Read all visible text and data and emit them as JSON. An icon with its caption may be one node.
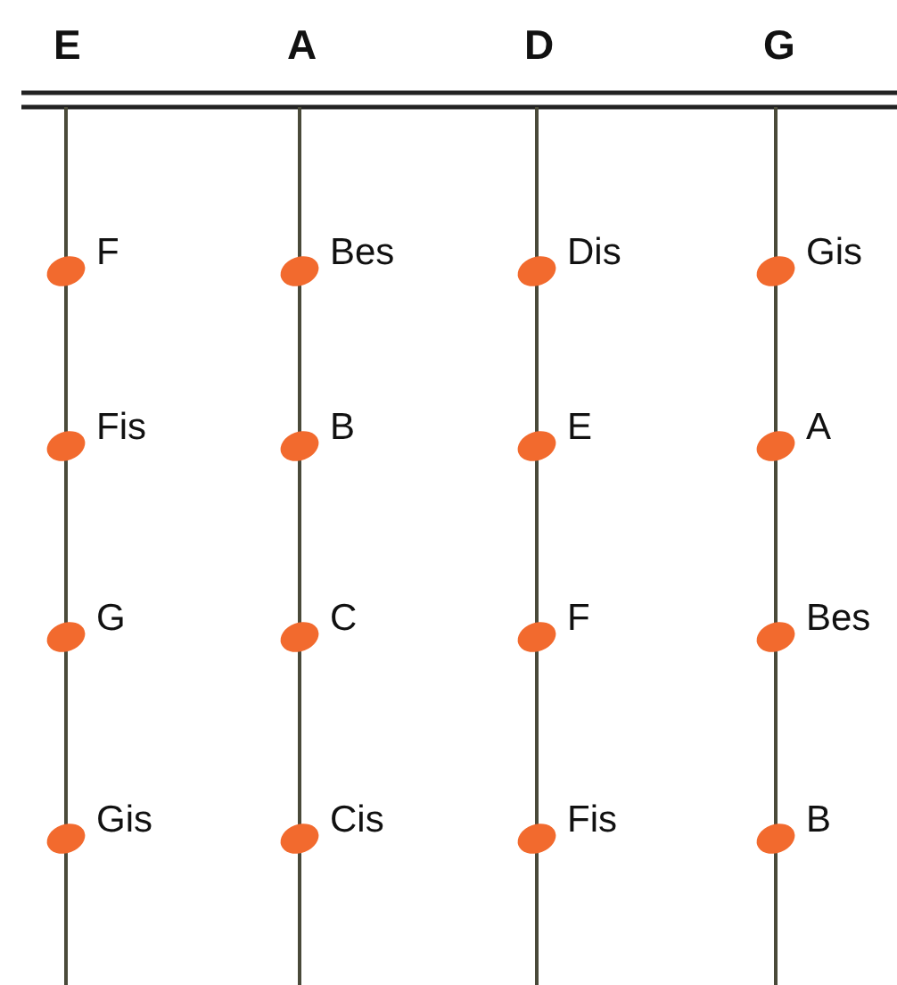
{
  "diagram": {
    "labels": [
      "E",
      "A",
      "D",
      "G",
      "F",
      "Bes",
      "Dis",
      "Gis",
      "Fis",
      "B",
      "E",
      "A",
      "G",
      "C",
      "F",
      "Bes",
      "Gis",
      "Cis",
      "Fis",
      "B"
    ]
  }
}
